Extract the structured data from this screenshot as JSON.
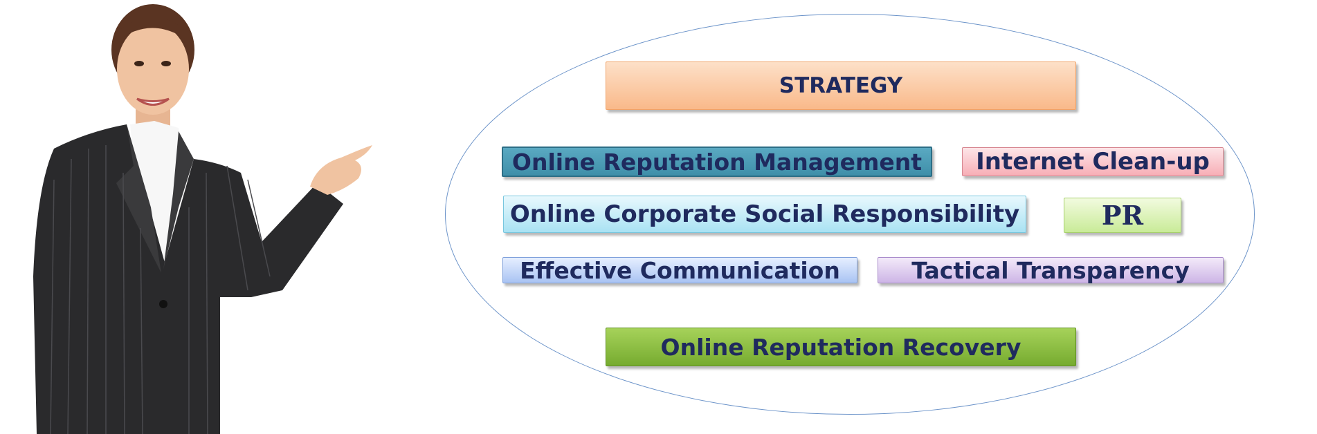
{
  "diagram": {
    "boxes": {
      "strategy": "STRATEGY",
      "orm": "Online Reputation Management",
      "cleanup": "Internet Clean-up",
      "csr": "Online Corporate Social Responsibility",
      "pr": "PR",
      "communication": "Effective Communication",
      "transparency": "Tactical Transparency",
      "recovery": "Online Reputation Recovery"
    }
  },
  "colors": {
    "text": "#1f2a5e",
    "oval_outline": "#6b93c9",
    "strategy": "#f9b98a",
    "orm": "#3f8fa9",
    "cleanup": "#f7aeb6",
    "csr": "#a9e2f3",
    "pr": "#c9eb98",
    "communication": "#a9c3f3",
    "transparency": "#cdb5e6",
    "recovery": "#76ab2f"
  },
  "illustration": "businesswoman-presenting"
}
